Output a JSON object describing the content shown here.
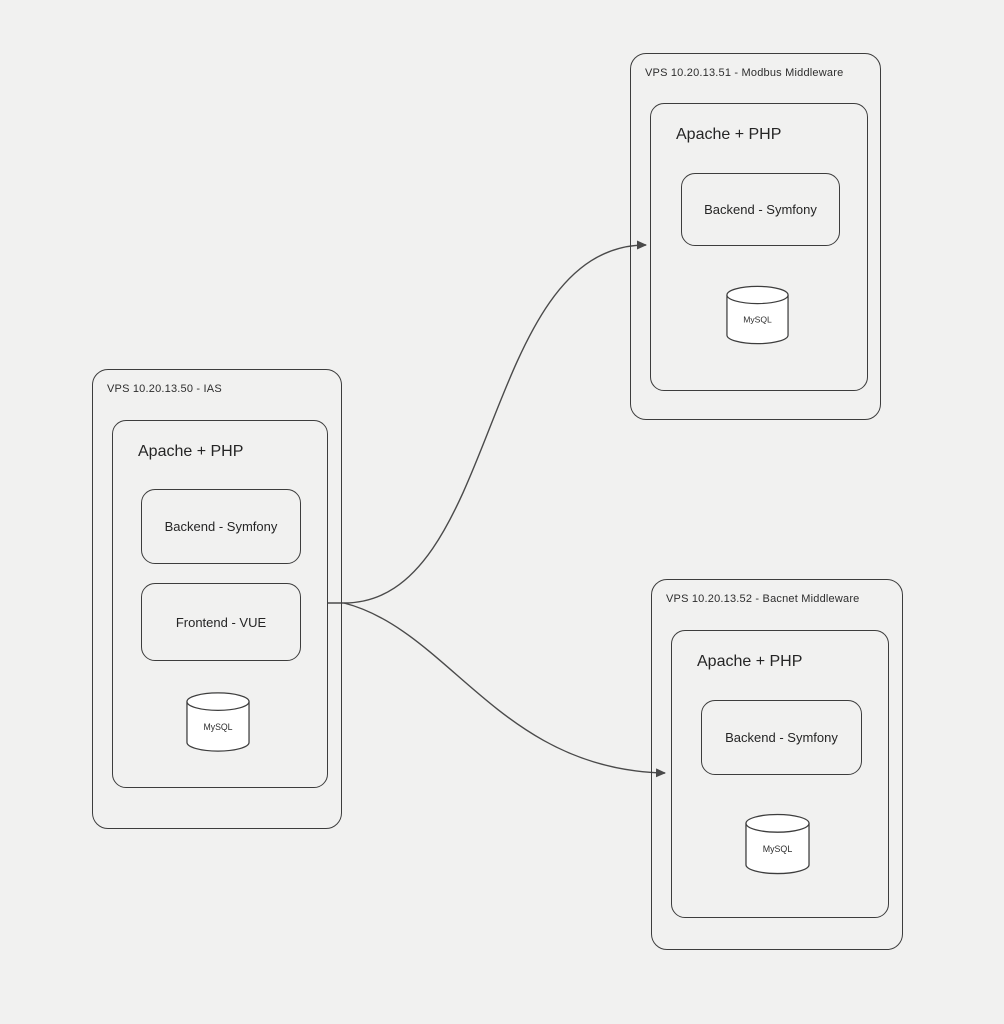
{
  "diagram": {
    "background_color": "#f1f1f0",
    "stroke_color": "#3d3d3d",
    "nodes": [
      {
        "title": "VPS 10.20.13.50 - IAS",
        "server": "Apache + PHP",
        "components": [
          "Backend - Symfony",
          "Frontend - VUE"
        ],
        "database": "MySQL"
      },
      {
        "title": "VPS 10.20.13.51 - Modbus Middleware",
        "server": "Apache + PHP",
        "components": [
          "Backend - Symfony"
        ],
        "database": "MySQL"
      },
      {
        "title": "VPS 10.20.13.52 - Bacnet Middleware",
        "server": "Apache + PHP",
        "components": [
          "Backend - Symfony"
        ],
        "database": "MySQL"
      }
    ],
    "edges": [
      {
        "from": "VPS 10.20.13.50 - IAS / Apache + PHP",
        "to": "VPS 10.20.13.51 - Modbus Middleware / Apache + PHP",
        "style": "curved-arrow"
      },
      {
        "from": "VPS 10.20.13.50 - IAS / Apache + PHP",
        "to": "VPS 10.20.13.52 - Bacnet Middleware / Apache + PHP",
        "style": "curved-arrow"
      }
    ]
  }
}
